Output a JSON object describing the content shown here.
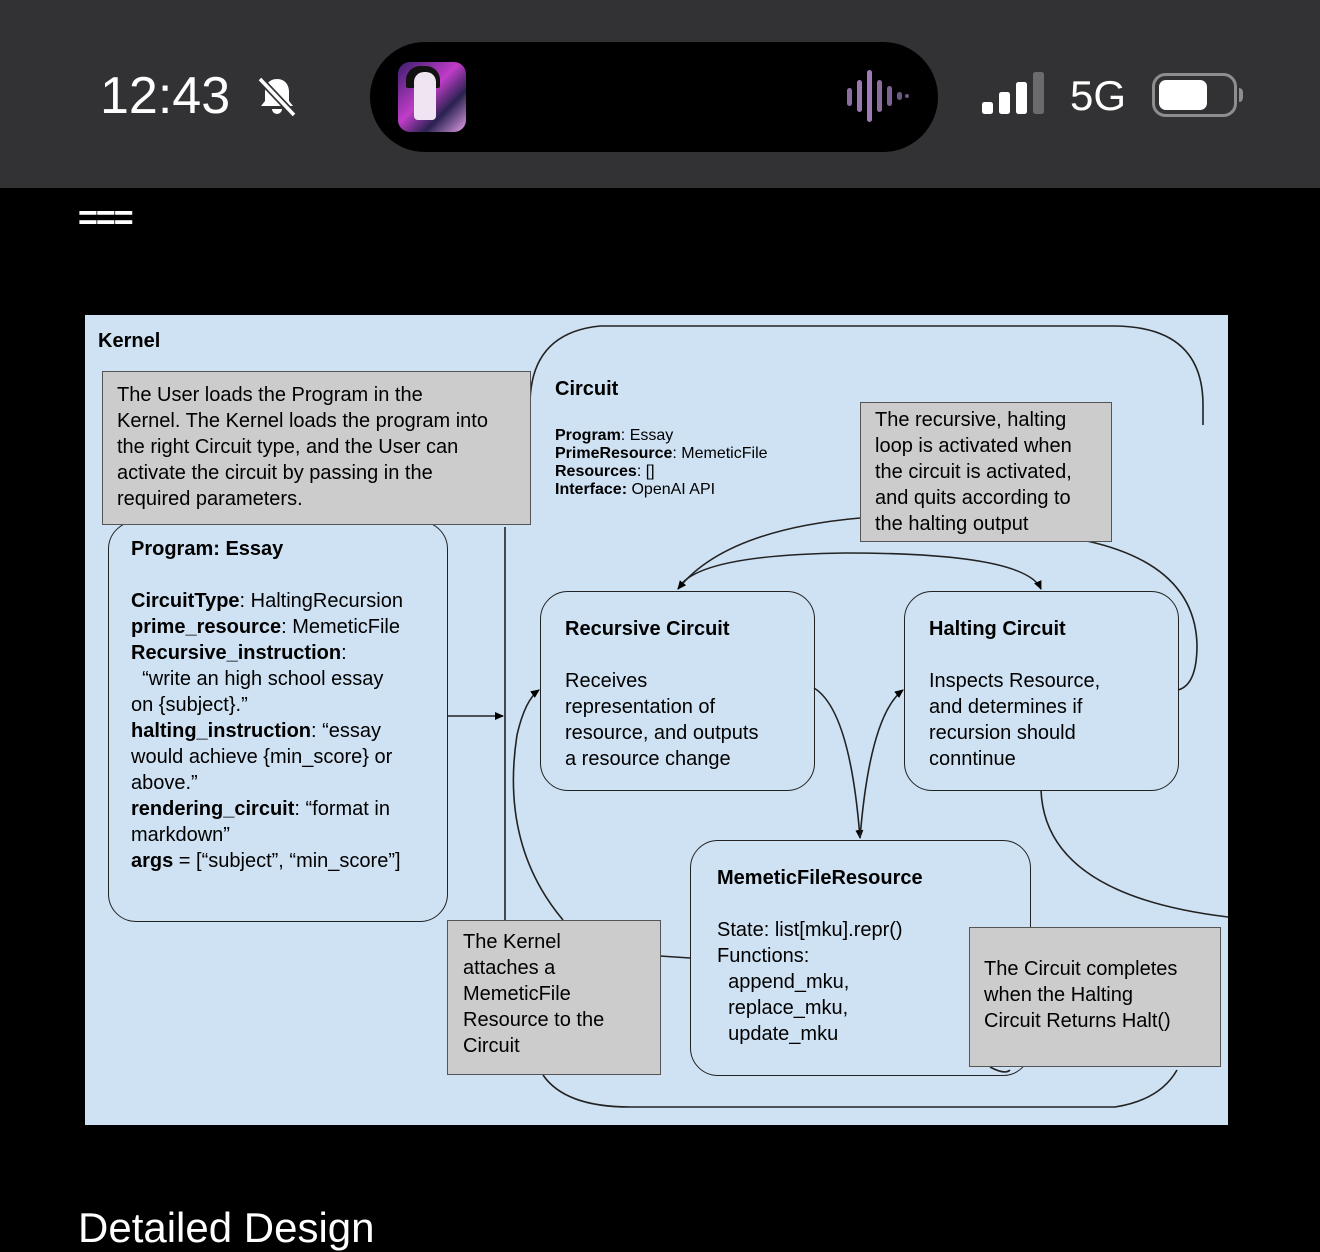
{
  "status_bar": {
    "time": "12:43",
    "network": "5G",
    "icons": [
      "bell-slash-icon",
      "album-art",
      "audio-waveform-icon",
      "signal-bars-icon",
      "battery-icon"
    ]
  },
  "page": {
    "menu_glyph": "===",
    "section_heading": "Detailed Design"
  },
  "diagram": {
    "kernel_label": "Kernel",
    "kernel_note": [
      "The User loads the Program in the",
      "Kernel. The Kernel loads the program into",
      "the right Circuit type, and the User can",
      "activate the circuit by passing in the",
      "required parameters."
    ],
    "program_box": {
      "title": "Program: Essay",
      "rows": [
        {
          "k": "CircuitType",
          "v": ": HaltingRecursion"
        },
        {
          "k": "prime_resource",
          "v": ": MemeticFile"
        },
        {
          "k": "Recursive_instruction",
          "v": ":"
        },
        {
          "k": "",
          "v": "  “write an high school essay"
        },
        {
          "k": "",
          "v": "on {subject}.”"
        },
        {
          "k": "halting_instruction",
          "v": ": “essay"
        },
        {
          "k": "",
          "v": "would achieve {min_score} or"
        },
        {
          "k": "",
          "v": "above.”"
        },
        {
          "k": "rendering_circuit",
          "v": ": “format in"
        },
        {
          "k": "",
          "v": "markdown”"
        },
        {
          "k": "args",
          "v": " = [“subject”, “min_score”]"
        }
      ]
    },
    "circuit": {
      "title": "Circuit",
      "rows": [
        {
          "k": "Program",
          "v": ": Essay"
        },
        {
          "k": "PrimeResource",
          "v": ": MemeticFile"
        },
        {
          "k": "Resources",
          "v": ": []"
        },
        {
          "k": "Interface:",
          "v": " OpenAI API"
        }
      ]
    },
    "loop_note": [
      "The recursive, halting",
      "loop is activated when",
      "the circuit is activated,",
      "and quits according to",
      "the halting output"
    ],
    "recursive_circuit": {
      "title": "Recursive Circuit",
      "lines": [
        "Receives",
        "representation of",
        "resource, and outputs",
        "a resource change"
      ]
    },
    "halting_circuit": {
      "title": "Halting Circuit",
      "lines": [
        "Inspects Resource,",
        "and determines if",
        "recursion should",
        "conntinue"
      ]
    },
    "memetic_resource": {
      "title": "MemeticFileResource",
      "lines": [
        "State: list[mku].repr()",
        "Functions:",
        "  append_mku,",
        "  replace_mku,",
        "  update_mku"
      ]
    },
    "attach_note": [
      "The Kernel",
      "attaches a",
      "MemeticFile",
      "Resource to the",
      "Circuit"
    ],
    "complete_note": [
      "The Circuit completes",
      "when the Halting",
      "Circuit Returns Halt()"
    ]
  }
}
